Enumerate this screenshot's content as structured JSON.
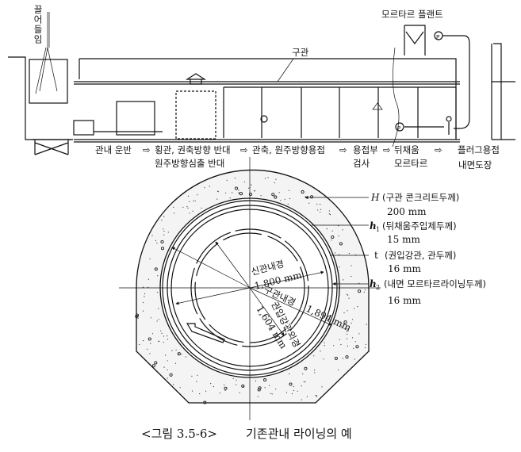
{
  "top": {
    "pull_in": "끌어들임",
    "mortar_plant": "모르타르 플랜트",
    "old_pipe": "구관",
    "steps": [
      {
        "line1": "관내 운반",
        "line2": ""
      },
      {
        "line1": "횡관, 권축방향 반대",
        "line2": "원주방향심출 반대"
      },
      {
        "line1": "관축, 원주방향용접",
        "line2": ""
      },
      {
        "line1": "용접부",
        "line2": "검사"
      },
      {
        "line1": "뒤채움",
        "line2": "모르타르"
      },
      {
        "line1": "플러그용접",
        "line2": "내면도장"
      }
    ],
    "arrow": "⇨",
    "pump": "P"
  },
  "section": {
    "H": {
      "symbol": "H",
      "desc": "(구관 콘크리트두께)",
      "value": "200 mm"
    },
    "h1": {
      "symbol": "h",
      "sub": "1",
      "desc": "(뒤채움주입제두께)",
      "value": "15 mm"
    },
    "t": {
      "symbol": "t",
      "desc": "(권입강관, 관두께)",
      "value": "16 mm"
    },
    "h2": {
      "symbol": "h",
      "sub": "2",
      "desc": "(내면 모르타르라이닝두께)",
      "value": "16 mm"
    },
    "new_inner_label": "신관내경",
    "new_inner_value": "1,800 mm",
    "old_inner_label": "구관내경",
    "old_inner_value": "1,894 mm",
    "steel_outer_label": "권입강관외경",
    "steel_outer_value": "1,604 mm"
  },
  "caption": {
    "number": "<그림 3.5-6>",
    "title": "기존관내 라이닝의 예"
  }
}
